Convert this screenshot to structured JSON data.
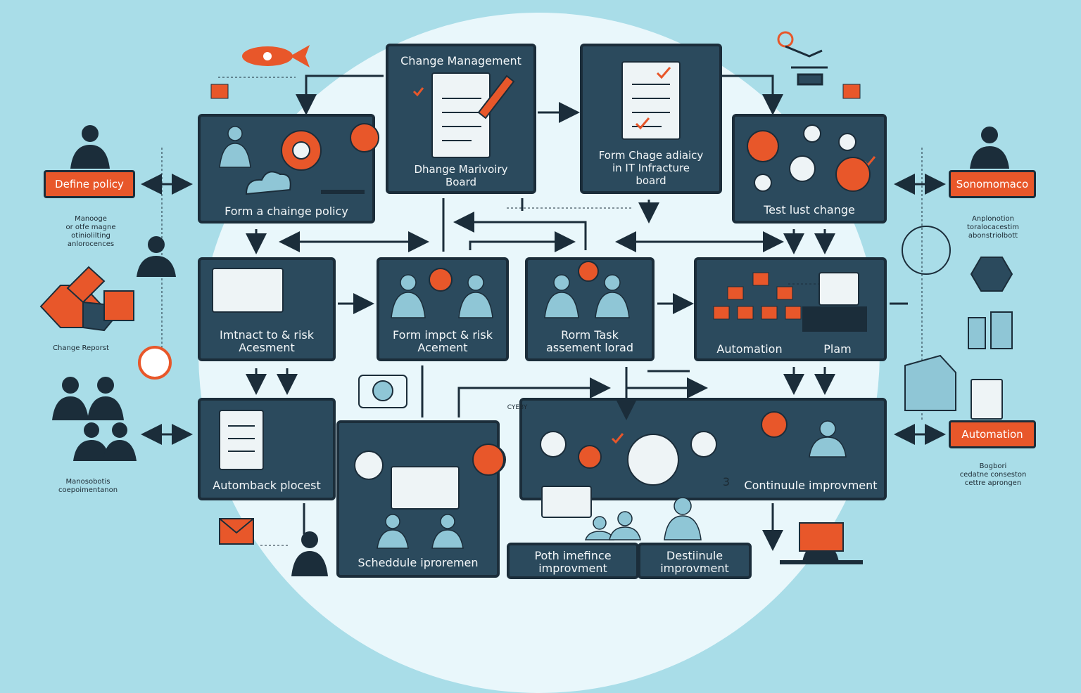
{
  "title": "Change Management",
  "boxes": {
    "change_board": "Dhange Marivoiry\nBoard",
    "form_advisory": "Form Chage adiaicy\nin IT Infracture\nboard",
    "form_policy": "Form a chainge policy",
    "test_change": "Test lust change",
    "impact_assessment": "Imtnact to & risk\nAcesment",
    "form_impact": "Form impct & risk\nAcement",
    "form_task": "Rorm Task\nassement lorad",
    "automation": "Automation",
    "plan": "Plam",
    "autoback": "Automback plocest",
    "schedule": "Scheddule iproremen",
    "continuous": "Continuule improvment",
    "post_improvement": "Poth imefince\nimprovment",
    "dest_improvement": "Destiinule\nimprovment"
  },
  "badges": {
    "define_policy": "Define policy",
    "stakeholder": "Sonomomaco",
    "automation": "Automation"
  },
  "notes": {
    "left_top": "Manooge\nor otfe magne\notiniolilting\nanlorocences",
    "change_request": "Change Reporst",
    "left_bottom": "Manosobotis\ncoepoimentanon",
    "right_top": "Anplonotion\ntoralocacestim\nabonstriolbott",
    "right_bottom": "Bogbori\ncedatne conseston\ncettre aprongen",
    "cyeby": "CYEBY",
    "num3": "3"
  },
  "colors": {
    "background": "#a9dde8",
    "box": "#2b4a5d",
    "accent": "#e8572a",
    "dark": "#1b2d3a"
  }
}
